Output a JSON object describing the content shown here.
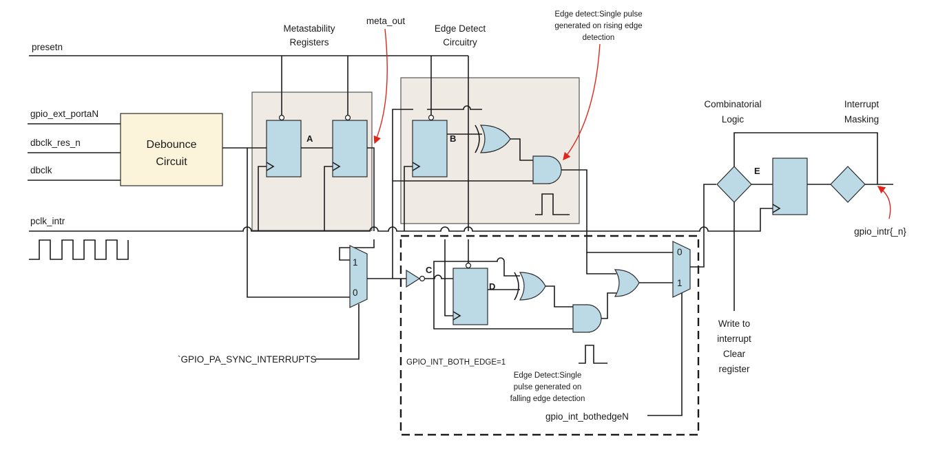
{
  "signals": {
    "presetn": "presetn",
    "gpio_ext_portaN": "gpio_ext_portaN",
    "dbclk_res_n": "dbclk_res_n",
    "dbclk": "dbclk",
    "pclk_intr": "pclk_intr",
    "sync_interrupts": "`GPIO_PA_SYNC_INTERRUPTS",
    "bothedge": "gpio_int_bothedgeN",
    "intr_out": "gpio_intr{_n}"
  },
  "blocks": {
    "debounce_line1": "Debounce",
    "debounce_line2": "Circuit",
    "meta_line1": "Metastability",
    "meta_line2": "Registers",
    "meta_out": "meta_out",
    "edge_line1": "Edge Detect",
    "edge_line2": "Circuitry",
    "comb_line1": "Combinatorial",
    "comb_line2": "Logic",
    "mask_line1": "Interrupt",
    "mask_line2": "Masking",
    "write_line1": "Write to",
    "write_line2": "interrupt",
    "write_line3": "Clear",
    "write_line4": "register"
  },
  "notes": {
    "rise_line1": "Edge detect:Single pulse",
    "rise_line2": "generated on rising edge",
    "rise_line3": "detection",
    "fall_line1": "Edge Detect:Single",
    "fall_line2": "pulse generated on",
    "fall_line3": "falling edge detection",
    "both_edge": "GPIO_INT_BOTH_EDGE=1"
  },
  "node_labels": {
    "A": "A",
    "B": "B",
    "C": "C",
    "D": "D",
    "E": "E"
  },
  "mux_labels": {
    "one": "1",
    "zero": "0"
  }
}
